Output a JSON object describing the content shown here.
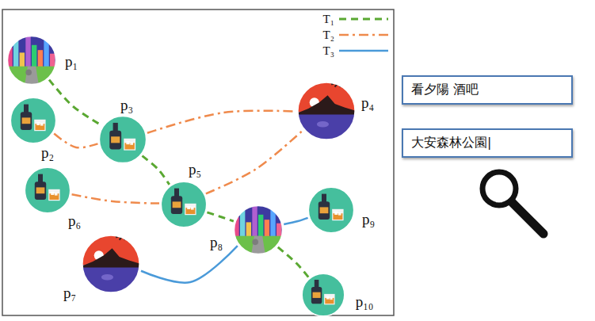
{
  "diagram": {
    "nodes": [
      {
        "text": [
          "p₁"
        ]
      },
      {
        "text": [
          "p₂"
        ]
      },
      {
        "text": [
          "p₃"
        ]
      },
      {
        "text": [
          "p₄"
        ]
      },
      {
        "text": [
          "p₅"
        ]
      },
      {
        "text": [
          "p₆"
        ]
      },
      {
        "text": [
          "p₇"
        ]
      },
      {
        "text": [
          "p₈"
        ]
      },
      {
        "text": [
          "p₉"
        ]
      },
      {
        "text": [
          "p₁₀"
        ]
      },
      {
        "text": [
          "看夕陽 酒吧"
        ]
      },
      {
        "text": [
          "大安森林公園|"
        ]
      }
    ],
    "edges": [
      {
        "from": 0,
        "to": 2,
        "arrow": "none"
      },
      {
        "from": 2,
        "to": 4,
        "arrow": "none"
      },
      {
        "from": 4,
        "to": 7,
        "arrow": "none"
      },
      {
        "from": 7,
        "to": 9,
        "arrow": "none"
      },
      {
        "from": 1,
        "to": 2,
        "arrow": "none"
      },
      {
        "from": 2,
        "to": 3,
        "arrow": "none"
      },
      {
        "from": 5,
        "to": 4,
        "arrow": "none"
      },
      {
        "from": 4,
        "to": 3,
        "arrow": "none"
      },
      {
        "from": 6,
        "to": 7,
        "arrow": "none"
      },
      {
        "from": 7,
        "to": 8,
        "arrow": "none"
      }
    ],
    "legend": [
      {
        "text": "T₁"
      },
      {
        "text": "T₂"
      },
      {
        "text": "T₃"
      }
    ]
  }
}
